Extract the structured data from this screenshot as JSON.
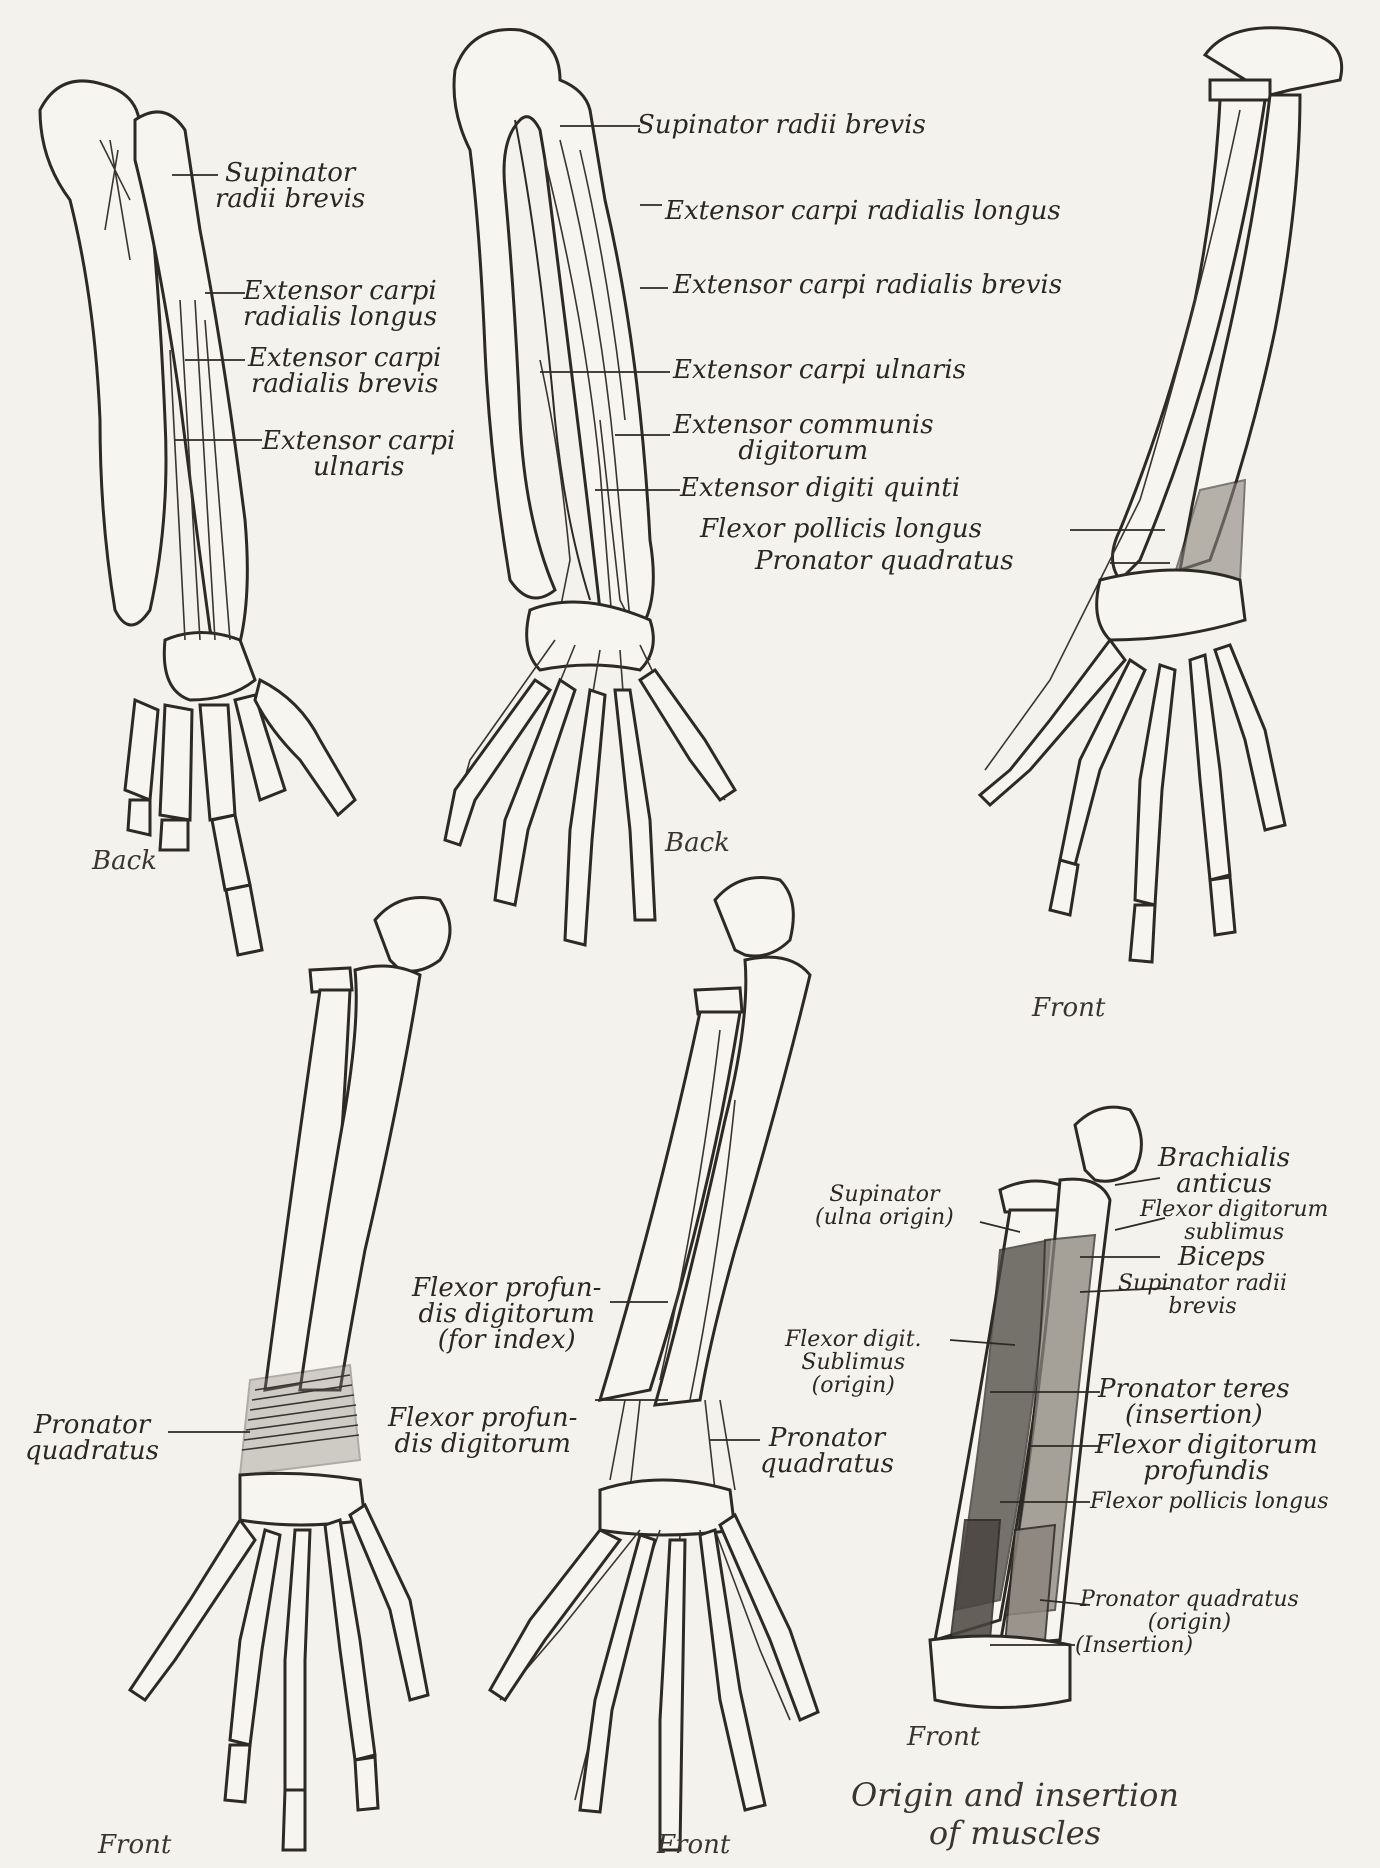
{
  "figures": {
    "back_1": {
      "caption": "Back",
      "labels": {
        "supinator": [
          "Supinator",
          "radii brevis"
        ],
        "ecrl": [
          "Extensor carpi",
          "radialis longus"
        ],
        "ecrb": [
          "Extensor carpi",
          "radialis brevis"
        ],
        "ecu": [
          "Extensor carpi",
          "ulnaris"
        ]
      }
    },
    "back_2": {
      "caption": "Back",
      "labels": {
        "supinator": "Supinator radii brevis",
        "ecrl": "Extensor carpi radialis longus",
        "ecrb": "Extensor carpi radialis brevis",
        "ecu": "Extensor carpi ulnaris",
        "ecd": [
          "Extensor communis",
          "digitorum"
        ],
        "edq": "Extensor digiti quinti"
      }
    },
    "front_3": {
      "caption": "Front",
      "labels": {
        "fpl": "Flexor pollicis longus",
        "pq": "Pronator quadratus"
      }
    },
    "front_4": {
      "caption": "Front",
      "labels": {
        "pq": [
          "Pronator",
          "quadratus"
        ]
      }
    },
    "front_5": {
      "caption": "Front",
      "labels": {
        "fdp_index": [
          "Flexor profun-",
          "dis digitorum",
          "(for index)"
        ],
        "fdp": [
          "Flexor profun-",
          "dis digitorum"
        ],
        "pq": [
          "Pronator",
          "quadratus"
        ]
      }
    },
    "front_6": {
      "caption": "Front",
      "labels": {
        "brachialis": [
          "Brachialis",
          "anticus"
        ],
        "supinator_ulna": [
          "Supinator",
          "(ulna origin)"
        ],
        "fds": [
          "Flexor digitorum",
          "sublimus"
        ],
        "biceps": "Biceps",
        "srb": [
          "Supinator radii",
          "brevis"
        ],
        "fds_origin": [
          "Flexor digit.",
          "Sublimus",
          "(origin)"
        ],
        "pt": [
          "Pronator teres",
          "(insertion)"
        ],
        "fdp": [
          "Flexor digitorum",
          "profundis"
        ],
        "fpl": "Flexor pollicis longus",
        "pq": [
          "Pronator quadratus",
          "(origin)"
        ],
        "pq_ins": "(Insertion)"
      }
    }
  },
  "title": [
    "Origin and insertion",
    "of muscles"
  ]
}
